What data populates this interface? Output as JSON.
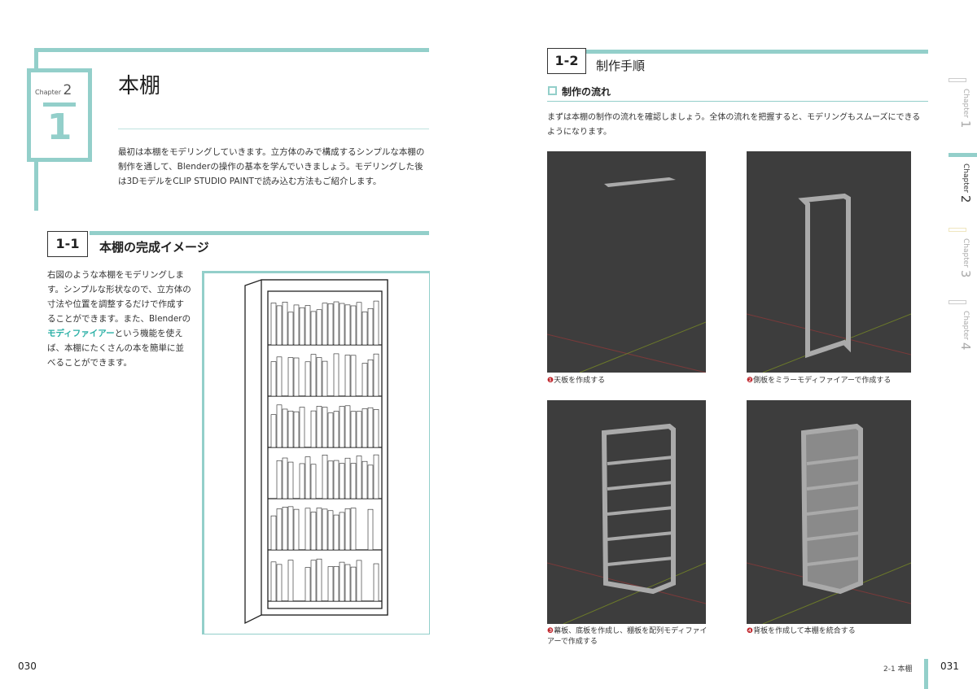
{
  "left_page": {
    "chapter_label": "Chapter",
    "chapter_number": "2",
    "section_number": "1",
    "title": "本棚",
    "intro": "最初は本棚をモデリングしていきます。立方体のみで構成するシンプルな本棚の制作を通して、Blenderの操作の基本を学んでいきましょう。モデリングした後は3DモデルをCLIP STUDIO PAINTで読み込む方法もご紹介します。",
    "section": {
      "number": "1-1",
      "title": "本棚の完成イメージ"
    },
    "body_before": "右図のような本棚をモデリングします。シンプルな形状なので、立方体の寸法や位置を調整するだけで作成することができます。また、Blenderの",
    "body_highlight": "モディファイアー",
    "body_after": "という機能を使えば、本棚にたくさんの本を簡単に並べることができます。",
    "page_number": "030"
  },
  "right_page": {
    "section": {
      "number": "1-2",
      "title": "制作手順"
    },
    "subsection": "制作の流れ",
    "intro": "まずは本棚の制作の流れを確認しましょう。全体の流れを把握すると、モデリングもスムーズにできるようになります。",
    "steps": [
      {
        "num": "❶",
        "caption": "天板を作成する"
      },
      {
        "num": "❷",
        "caption": "側板をミラーモディファイアーで作成する"
      },
      {
        "num": "❸",
        "caption": "幕板、底板を作成し、棚板を配列モディファイアーで作成する"
      },
      {
        "num": "❹",
        "caption": "背板を作成して本棚を統合する"
      }
    ],
    "running_head": "2-1 本棚",
    "page_number": "031"
  },
  "chapter_tabs": [
    {
      "label": "Chapter",
      "num": "1"
    },
    {
      "label": "Chapter",
      "num": "2"
    },
    {
      "label": "Chapter",
      "num": "3"
    },
    {
      "label": "Chapter",
      "num": "4"
    }
  ],
  "colors": {
    "accent": "#93cfca",
    "step_number": "#c0262c",
    "viewport": "#3d3d3d"
  }
}
